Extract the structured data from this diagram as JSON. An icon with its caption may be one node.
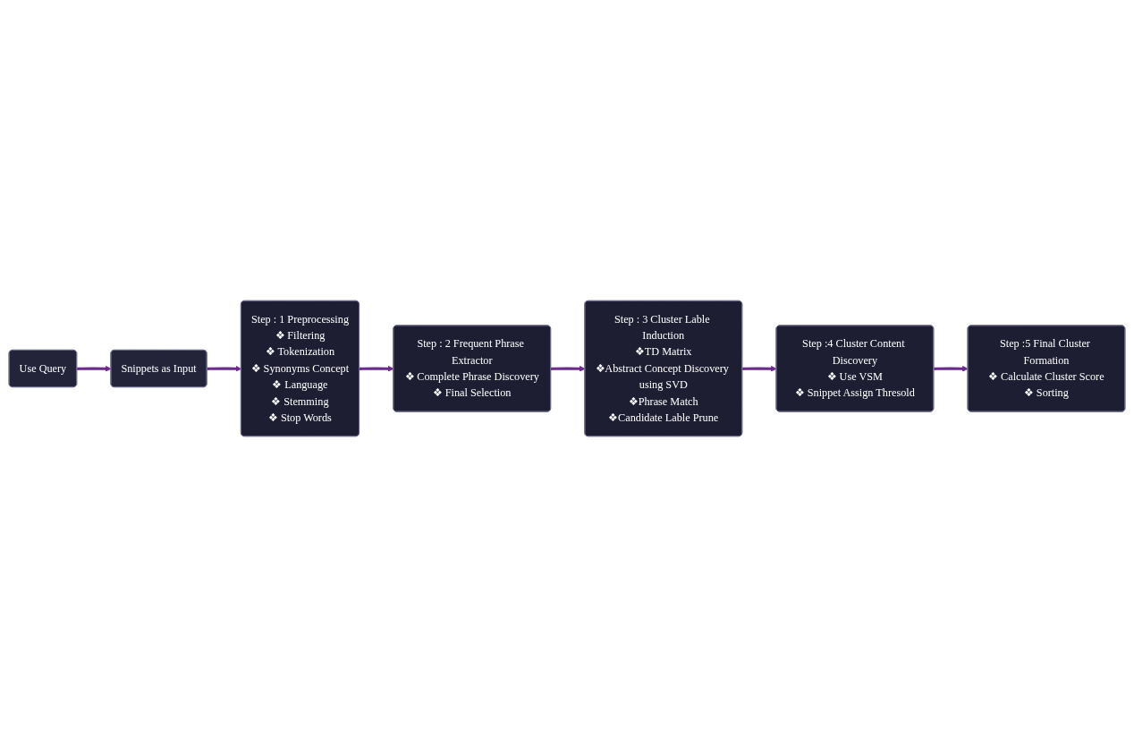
{
  "diagram": {
    "nodes": [
      {
        "text": [
          "Use Query"
        ]
      },
      {
        "text": [
          "Snippets as Input"
        ]
      },
      {
        "text": [
          "Step : 1 Preprocessing",
          "❖ Filtering",
          "❖ Tokenization",
          "❖ Synonyms Concept",
          "❖ Language",
          "❖ Stemming",
          "❖ Stop Words"
        ]
      },
      {
        "text": [
          "Step : 2 Frequent Phrase Extractor",
          "❖ Complete Phrase Discovery",
          "❖ Final Selection"
        ]
      },
      {
        "text": [
          "Step : 3 Cluster Lable Induction",
          "❖TD Matrix",
          "❖Abstract Concept Discovery using SVD",
          "❖Phrase Match",
          "❖Candidate Lable Prune"
        ]
      },
      {
        "text": [
          "Step :4 Cluster Content Discovery",
          "❖ Use VSM",
          "❖ Snippet Assign Thresold"
        ]
      },
      {
        "text": [
          "Step :5 Final Cluster Formation",
          "❖ Calculate Cluster Score",
          "❖ Sorting"
        ]
      }
    ],
    "edges": [
      {
        "from": 0,
        "to": 1,
        "arrow": "to"
      },
      {
        "from": 1,
        "to": 2,
        "arrow": "to"
      },
      {
        "from": 2,
        "to": 3,
        "arrow": "to"
      },
      {
        "from": 3,
        "to": 4,
        "arrow": "to"
      },
      {
        "from": 4,
        "to": 5,
        "arrow": "to"
      },
      {
        "from": 5,
        "to": 6,
        "arrow": "to"
      }
    ]
  }
}
